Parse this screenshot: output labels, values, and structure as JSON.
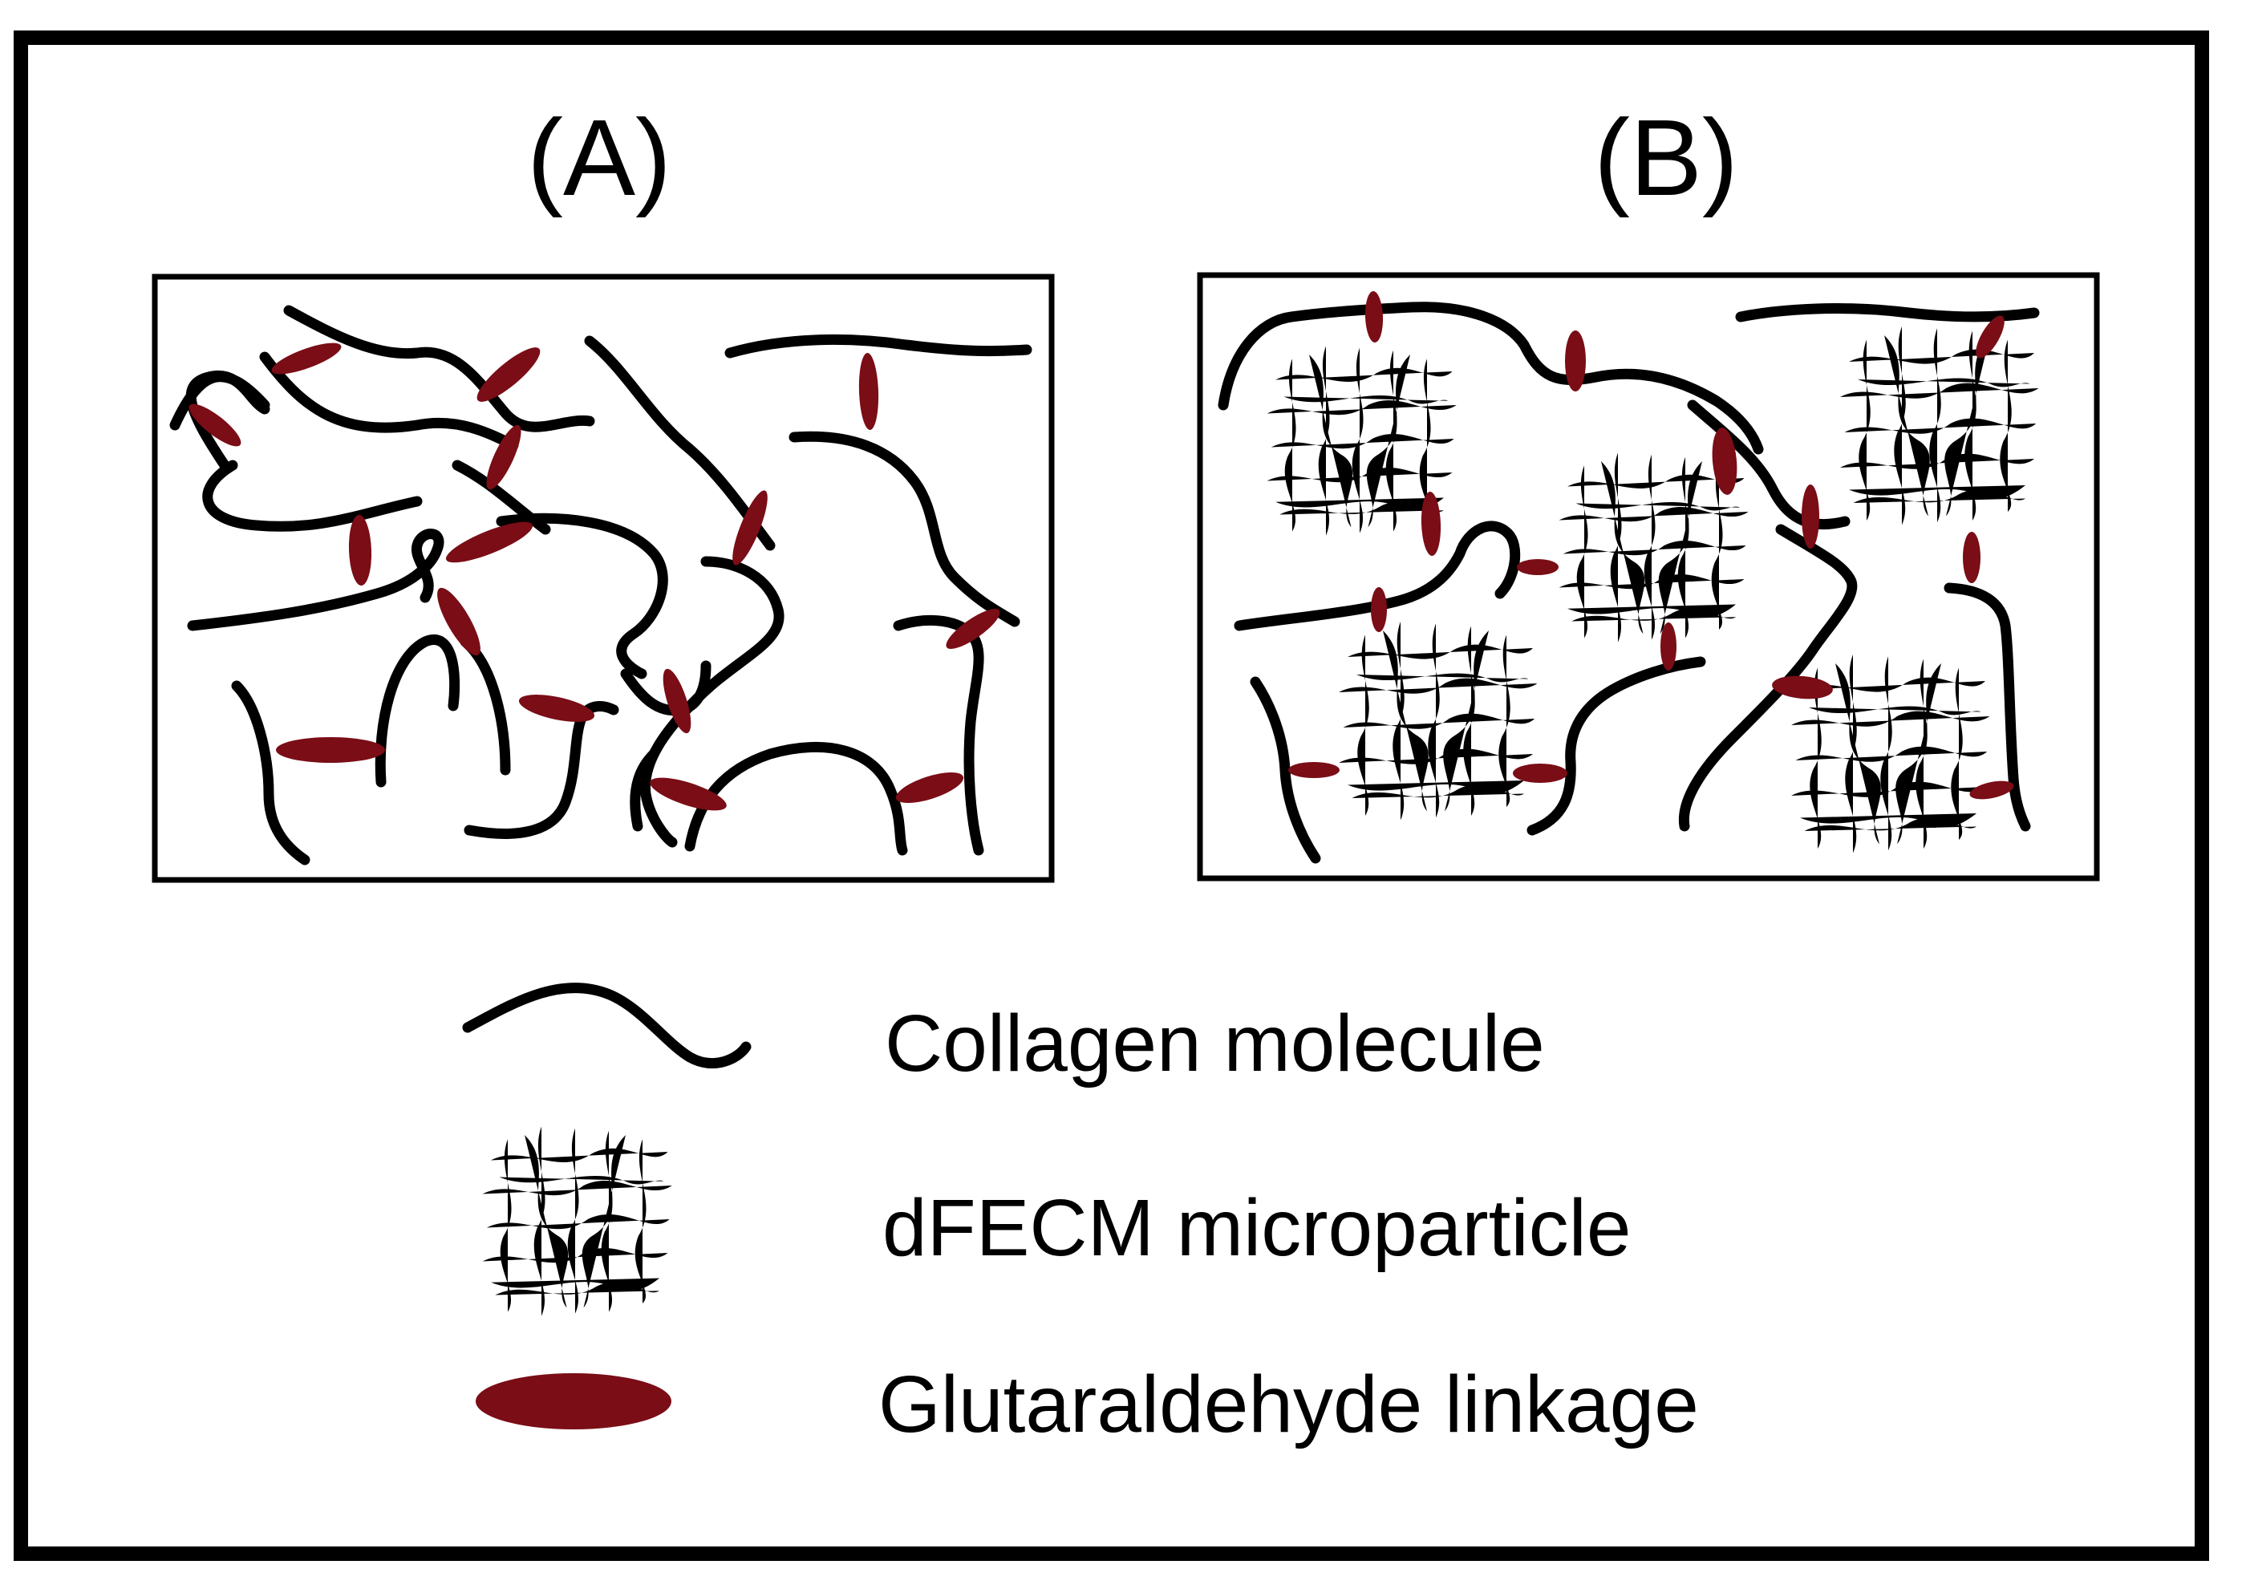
{
  "panels": {
    "a_label": "(A)",
    "b_label": "(B)"
  },
  "legend": {
    "collagen": "Collagen molecule",
    "microparticle": "dFECM microparticle",
    "linkage": "Glutaraldehyde linkage"
  },
  "colors": {
    "collagen": "#000000",
    "linkage": "#7a0d16",
    "microparticle": "#6a6fc4"
  }
}
